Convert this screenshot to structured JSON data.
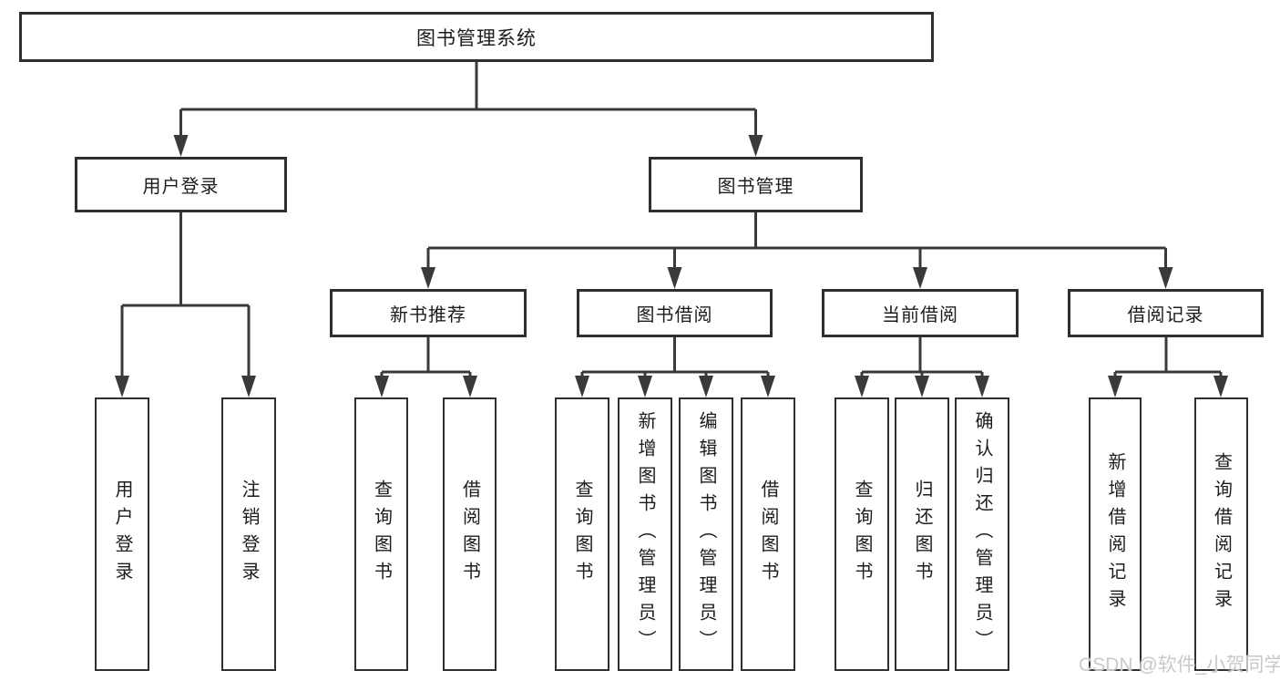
{
  "diagram": {
    "root": "图书管理系统",
    "level2": {
      "user_login": "用户登录",
      "book_mgmt": "图书管理"
    },
    "level3": {
      "new_books": "新书推荐",
      "borrowing": "图书借阅",
      "current": "当前借阅",
      "records": "借阅记录"
    },
    "leaves": {
      "login": [
        "用户登录",
        "注销登录"
      ],
      "new_books": [
        "查询图书",
        "借阅图书"
      ],
      "borrowing": [
        "查询图书",
        "新增图书（管理员）",
        "编辑图书（管理员）",
        "借阅图书"
      ],
      "current": [
        "查询图书",
        "归还图书",
        "确认归还（管理员）"
      ],
      "records": [
        "新增借阅记录",
        "查询借阅记录"
      ]
    }
  },
  "watermark": "CSDN @软件_小贺同学",
  "colors": {
    "line": "#3a3a3a",
    "border": "#2f2f2f",
    "background": "#ffffff",
    "text": "#1c1c1c",
    "watermark": "#c9c9c9"
  }
}
